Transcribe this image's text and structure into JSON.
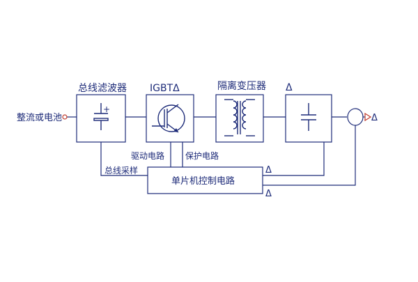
{
  "diagram": {
    "input_label": "整流或电池",
    "bus_filter_label": "总线滤波器",
    "igbt_label": "IGBTΔ",
    "transformer_label": "隔离变压器",
    "output_filter_label": "Δ",
    "output_label": "Δ",
    "drive_circuit_label": "驱动电路",
    "protection_circuit_label": "保护电路",
    "bus_sampling_label": "总线采样",
    "mcu_label": "单片机控制电路",
    "feedback_label_1": "Δ",
    "feedback_label_2": "Δ",
    "cap_plus_sign": "+"
  },
  "colors": {
    "line": "#1c2a78",
    "input_terminal": "#c0392b",
    "output_arrow": "#c0392b"
  }
}
